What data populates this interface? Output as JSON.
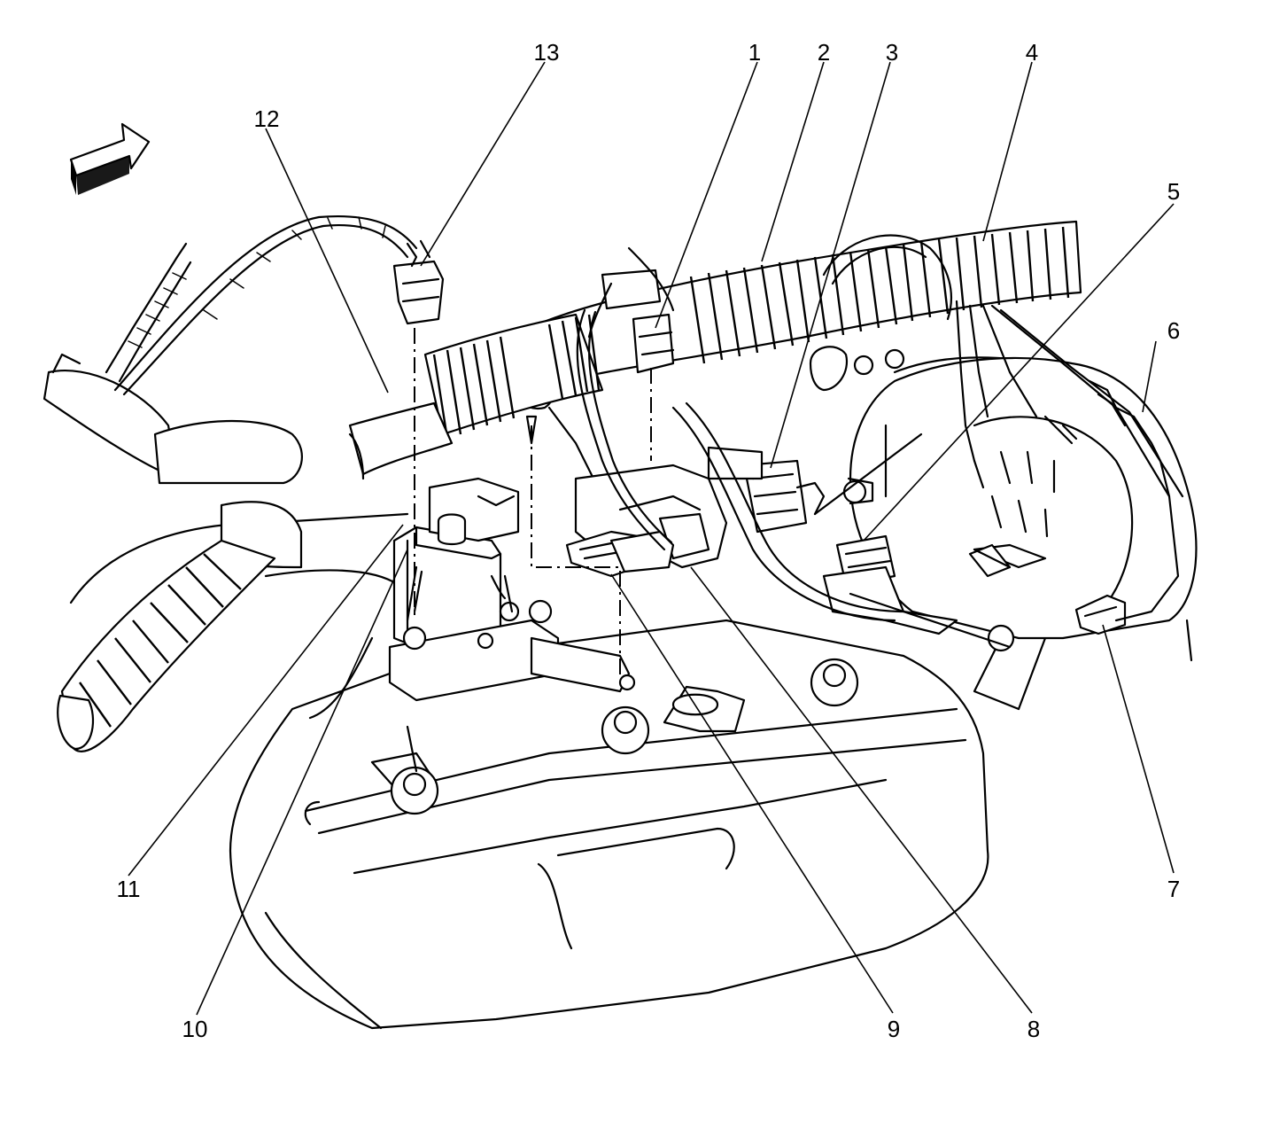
{
  "callouts": {
    "c1": "1",
    "c2": "2",
    "c3": "3",
    "c4": "4",
    "c5": "5",
    "c6": "6",
    "c7": "7",
    "c8": "8",
    "c9": "9",
    "c10": "10",
    "c11": "11",
    "c12": "12",
    "c13": "13"
  },
  "icons": {
    "direction": "front-direction-arrow-icon"
  },
  "colors": {
    "line": "#000000",
    "background": "#ffffff"
  }
}
